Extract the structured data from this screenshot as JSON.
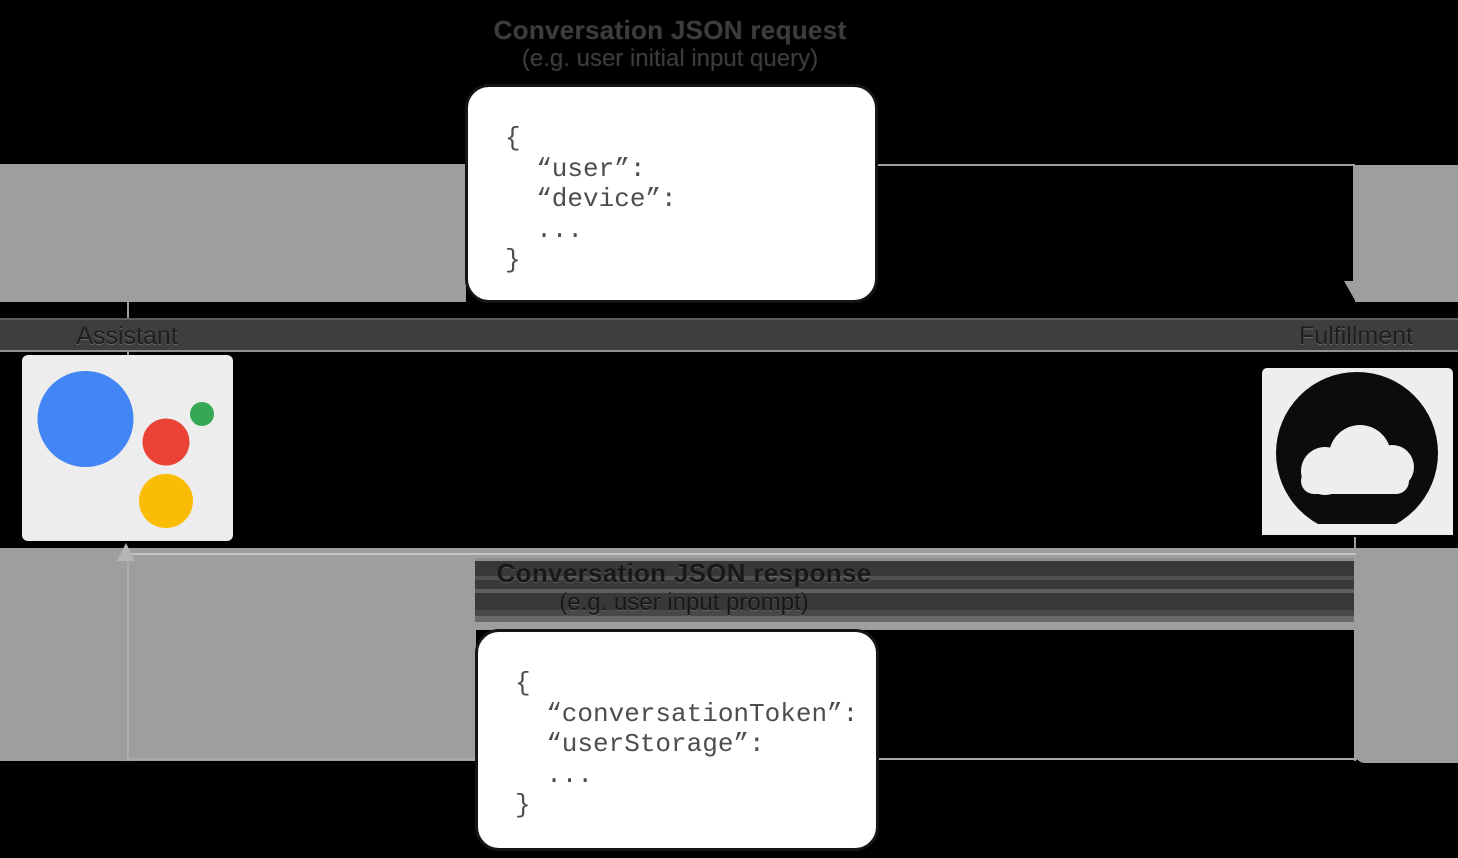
{
  "diagram": {
    "request_flow": {
      "title": "Conversation JSON request",
      "subtitle": "(e.g. user initial input query)"
    },
    "request_payload": "{\n  “user”:\n  “device”:\n  ...\n}",
    "response_flow": {
      "title": "Conversation JSON response",
      "subtitle": "(e.g. user input prompt)"
    },
    "response_payload": "{\n  “conversationToken”:\n  “userStorage”:\n  ...\n}",
    "nodes": {
      "assistant": "Assistant",
      "fulfillment": "Fulfillment"
    },
    "colors": {
      "background": "#000000",
      "panel_gray": "#9e9e9e",
      "arrow_gray": "#9e9e9e",
      "band_dark": "#3e3e3e",
      "box_white": "#ffffff",
      "box_border": "#151515",
      "code_text": "#4d4d4d",
      "icon_bg": "#ededed",
      "assistant_blue": "#4285f4",
      "assistant_red": "#ea4335",
      "assistant_green": "#34a853",
      "assistant_yellow": "#fbbc05",
      "cloud_black": "#0c0c0c"
    }
  }
}
